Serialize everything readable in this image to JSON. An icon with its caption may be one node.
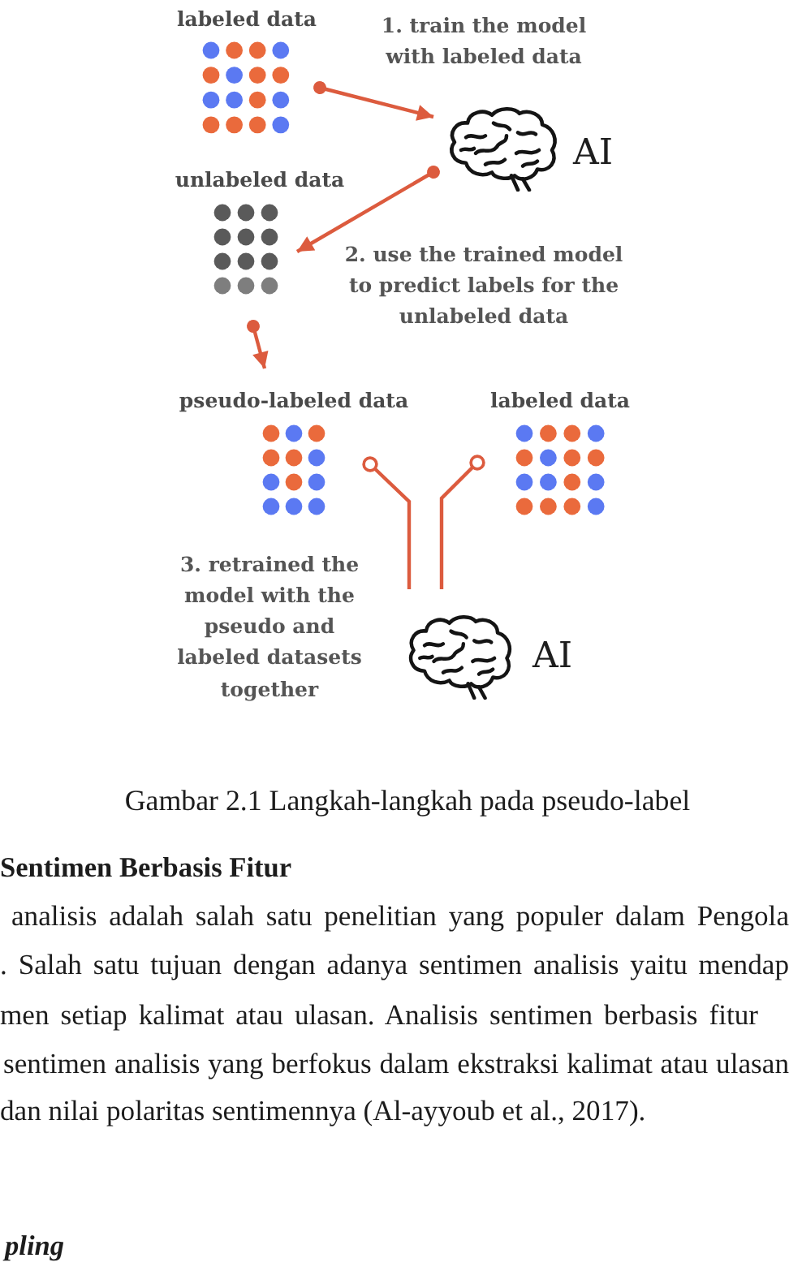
{
  "diagram": {
    "caption": "Gambar 2.1 Langkah-langkah pada pseudo-label",
    "nodes": [
      {
        "text": [],
        "shape": "picture",
        "beside": [
          "labeled data"
        ]
      },
      {
        "text": [
          "AI"
        ]
      },
      {
        "text": [],
        "shape": "picture",
        "beside": [
          "unlabeled data"
        ]
      },
      {
        "text": [],
        "shape": "picture",
        "beside": [
          "pseudo-labeled data"
        ]
      },
      {
        "text": [],
        "shape": "picture",
        "beside": [
          "labeled data"
        ]
      },
      {
        "text": [
          "AI"
        ]
      }
    ],
    "edges": [
      {
        "from": 0,
        "to": 1,
        "arrow": "to"
      },
      {
        "from": 1,
        "to": 2,
        "arrow": "to"
      },
      {
        "from": 2,
        "to": 3,
        "arrow": "to"
      },
      {
        "from": 3,
        "to": 5,
        "arrow": "other"
      },
      {
        "from": 4,
        "to": 5,
        "arrow": "other"
      }
    ],
    "labels": [
      "1. train the model with labeled data",
      "2. use the trained model to predict labels for the unlabeled data",
      "3. retrained the model with the pseudo and labeled datasets together",
      "Sentimen Berbasis Fitur",
      "analisis adalah salah satu penelitian yang populer dalam Pengola",
      ". Salah satu tujuan dengan adanya sentimen analisis yaitu mendap",
      "men setiap kalimat atau ulasan. Analisis sentimen berbasis fitur",
      "sentimen analisis yang berfokus dalam ekstraksi kalimat atau ulasan",
      "dan nilai polaritas sentimennya (Al-ayyoub et al., 2017).",
      "pling"
    ]
  }
}
